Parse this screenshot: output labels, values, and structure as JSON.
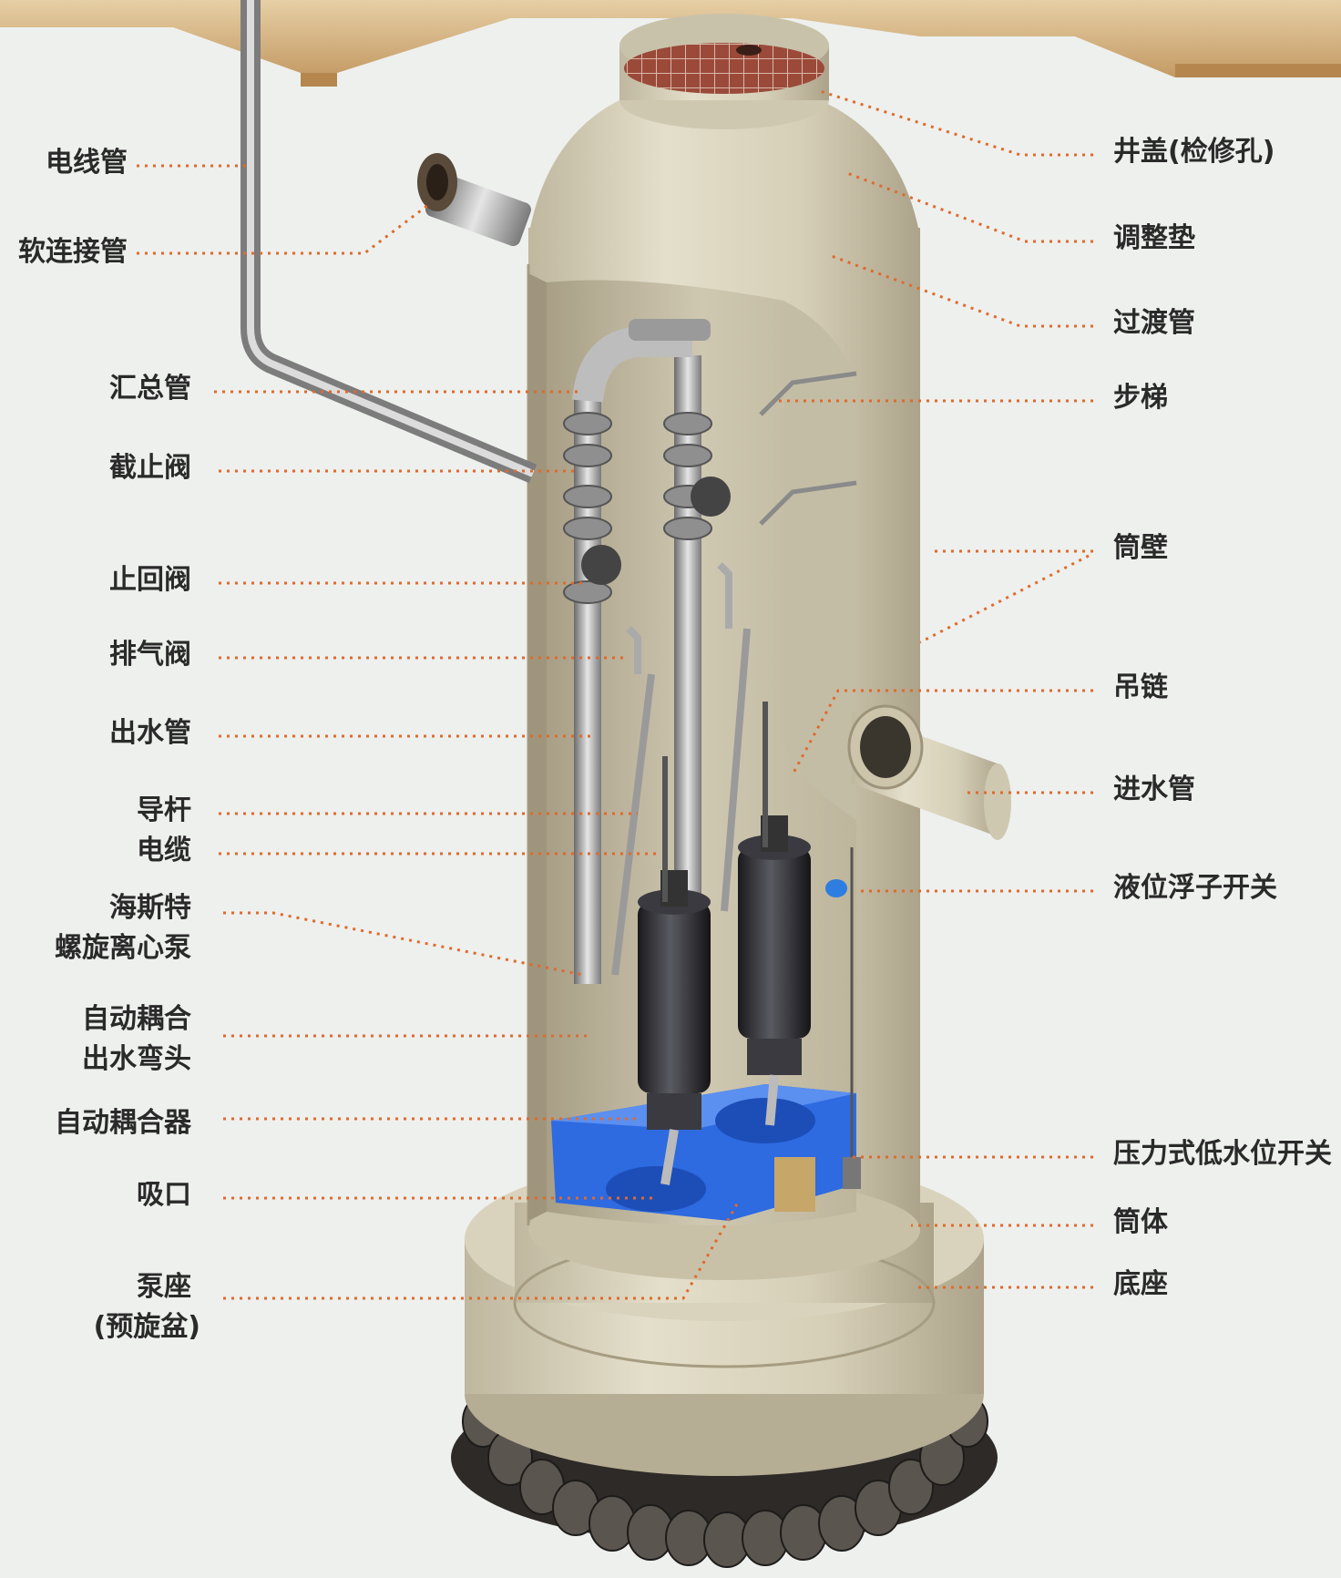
{
  "labels_left": [
    {
      "id": "wire-conduit",
      "text": "电线管"
    },
    {
      "id": "soft-connector",
      "text": "软连接管"
    },
    {
      "id": "manifold",
      "text": "汇总管"
    },
    {
      "id": "stop-valve",
      "text": "截止阀"
    },
    {
      "id": "check-valve",
      "text": "止回阀"
    },
    {
      "id": "vent-valve",
      "text": "排气阀"
    },
    {
      "id": "outlet-pipe",
      "text": "出水管"
    },
    {
      "id": "guide-rod",
      "text": "导杆"
    },
    {
      "id": "cable",
      "text": "电缆"
    },
    {
      "id": "pump-line1",
      "text": "海斯特"
    },
    {
      "id": "pump-line2",
      "text": "螺旋离心泵"
    },
    {
      "id": "coupling-elbow-line1",
      "text": "自动耦合"
    },
    {
      "id": "coupling-elbow-line2",
      "text": "出水弯头"
    },
    {
      "id": "auto-coupler",
      "text": "自动耦合器"
    },
    {
      "id": "suction",
      "text": "吸口"
    },
    {
      "id": "pump-base-line1",
      "text": "泵座"
    },
    {
      "id": "pump-base-line2",
      "text": "(预旋盆)"
    }
  ],
  "labels_right": [
    {
      "id": "manhole-cover",
      "text": "井盖(检修孔)"
    },
    {
      "id": "adjust-pad",
      "text": "调整垫"
    },
    {
      "id": "transition-pipe",
      "text": "过渡管"
    },
    {
      "id": "ladder",
      "text": "步梯"
    },
    {
      "id": "wall",
      "text": "筒壁"
    },
    {
      "id": "lift-chain",
      "text": "吊链"
    },
    {
      "id": "inlet-pipe",
      "text": "进水管"
    },
    {
      "id": "float-switch",
      "text": "液位浮子开关"
    },
    {
      "id": "pressure-switch",
      "text": "压力式低水位开关"
    },
    {
      "id": "barrel",
      "text": "筒体"
    },
    {
      "id": "base",
      "text": "底座"
    }
  ],
  "colors": {
    "background": "#eef0ee",
    "concrete": "#d9d3bd",
    "concrete_dark": "#b7ae94",
    "leader": "#e06a2c",
    "pump_base": "#2f6fe0",
    "pump_body": "#2b2b2f",
    "grate": "#8a3d2f",
    "slab": "#d7b98c",
    "rock": "#3d3a36"
  }
}
